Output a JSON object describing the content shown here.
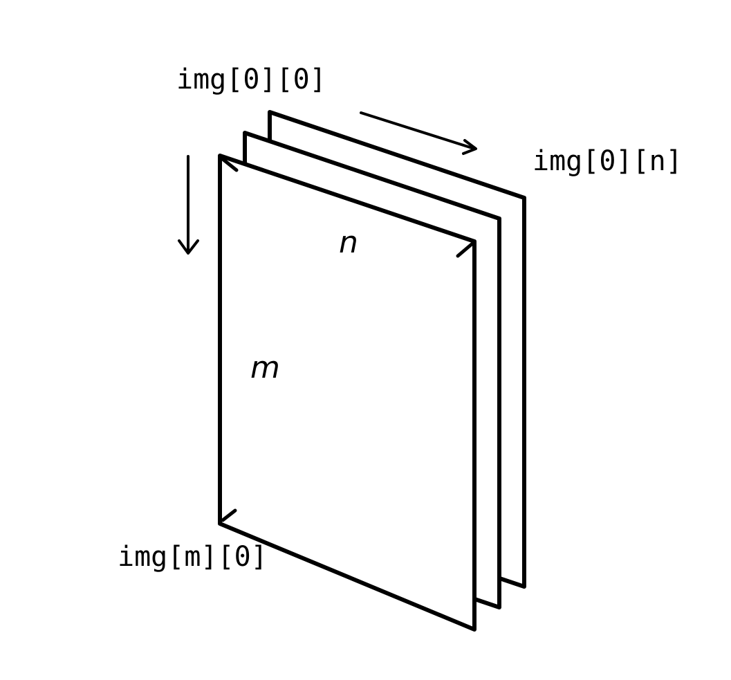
{
  "labels": {
    "top_left": "img[0][0]",
    "top_right": "img[0][n]",
    "bottom_left": "img[m][0]",
    "width_dim": "n",
    "height_dim": "m"
  },
  "diagram": {
    "layer_count": 3,
    "stroke_color": "#000000",
    "fill_color": "#ffffff"
  }
}
